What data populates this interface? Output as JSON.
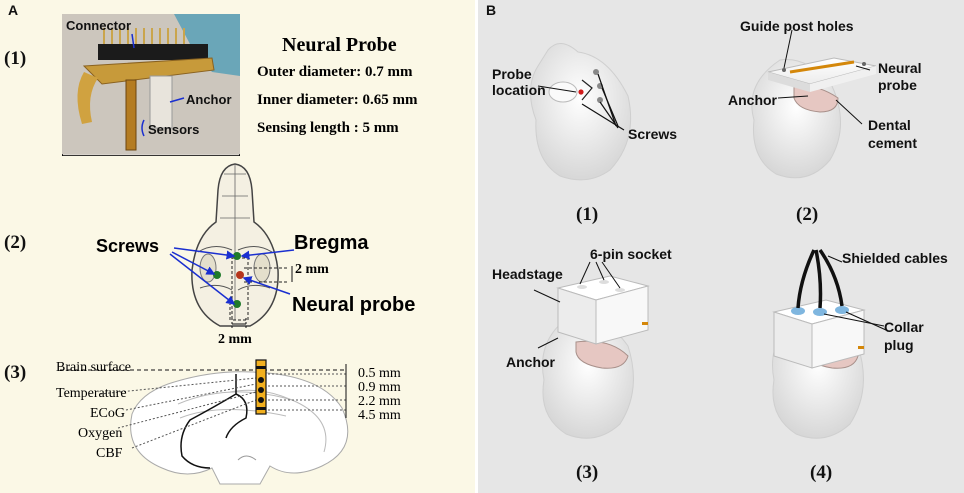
{
  "panel_a": {
    "label": "A",
    "steps": [
      "(1)",
      "(2)",
      "(3)"
    ],
    "photo_labels": {
      "connector": "Connector",
      "anchor": "Anchor",
      "sensors": "Sensors"
    },
    "probe_spec": {
      "title": "Neural Probe",
      "outer": "Outer diameter: 0.7 mm",
      "inner": "Inner diameter: 0.65 mm",
      "sensing": "Sensing length : 5 mm"
    },
    "skull_labels": {
      "screws": "Screws",
      "bregma": "Bregma",
      "neural_probe": "Neural probe",
      "dist_vertical": "2 mm",
      "dist_horizontal": "2 mm"
    },
    "section_labels": {
      "brain_surface": "Brain surface",
      "temperature": "Temperature",
      "ecog": "ECoG",
      "oxygen": "Oxygen",
      "cbf": "CBF"
    },
    "depths": [
      "0.5 mm",
      "0.9 mm",
      "2.2 mm",
      "4.5 mm"
    ]
  },
  "panel_b": {
    "label": "B",
    "steps": [
      "(1)",
      "(2)",
      "(3)",
      "(4)"
    ],
    "step1": {
      "probe_location": "Probe\nlocation",
      "screws": "Screws"
    },
    "step2": {
      "guide_post_holes": "Guide post holes",
      "neural_probe": "Neural\nprobe",
      "anchor": "Anchor",
      "dental_cement": "Dental\ncement"
    },
    "step3": {
      "six_pin_socket": "6-pin socket",
      "headstage": "Headstage",
      "anchor": "Anchor"
    },
    "step4": {
      "shielded_cables": "Shielded cables",
      "collar_plug": "Collar\nplug"
    }
  },
  "colors": {
    "arrow_blue": "#1a2fd0",
    "probe_yellow": "#f2b01e",
    "electrode_green": "#1f7a2a",
    "probe_red": "#b5351c",
    "panel_a_bg": "#fbf8e6",
    "panel_b_bg": "#e6e6e6"
  }
}
